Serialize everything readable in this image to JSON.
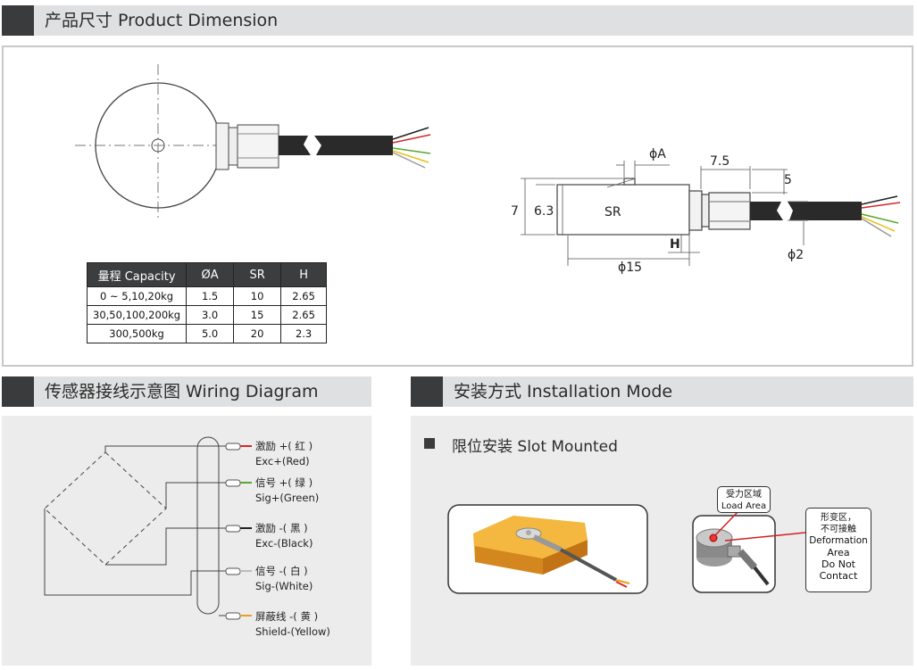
{
  "sections": {
    "dimension_title": "产品尺寸 Product Dimension",
    "wiring_title": "传感器接线示意图 Wiring Diagram",
    "installation_title": "安装方式 Installation Mode"
  },
  "dimension": {
    "labels": {
      "phi_a": "ϕA",
      "d_7_5": "7.5",
      "d_5": "5",
      "d_7": "7",
      "d_6_3": "6.3",
      "sr": "SR",
      "h": "H",
      "phi_15": "ϕ15",
      "phi_2": "ϕ2"
    }
  },
  "capacity_table": {
    "headers": [
      "量程 Capacity",
      "ØA",
      "SR",
      "H"
    ],
    "rows": [
      [
        "0 ~ 5,10,20kg",
        "1.5",
        "10",
        "2.65"
      ],
      [
        "30,50,100,200kg",
        "3.0",
        "15",
        "2.65"
      ],
      [
        "300,500kg",
        "5.0",
        "20",
        "2.3"
      ]
    ]
  },
  "wiring": {
    "wires": [
      {
        "cn": "激励 +( 红 )",
        "en": "Exc+(Red)",
        "color": "#d62828"
      },
      {
        "cn": "信号 +( 绿 )",
        "en": "Sig+(Green)",
        "color": "#5aa82e"
      },
      {
        "cn": "激励 -( 黑 )",
        "en": "Exc-(Black)",
        "color": "#222222"
      },
      {
        "cn": "信号 -( 白 )",
        "en": "Sig-(White)",
        "color": "#f4f4f4"
      },
      {
        "cn": "屏蔽线 -( 黄 )",
        "en": "Shield-(Yellow)",
        "color": "#f0c419"
      }
    ]
  },
  "installation": {
    "slot_label": "限位安装 Slot Mounted",
    "load_area_cn": "受力区域",
    "load_area_en": "Load Area",
    "deform_cn_1": "形变区，",
    "deform_cn_2": "不可接触",
    "deform_en_1": "Deformation",
    "deform_en_2": "Area",
    "deform_en_3": "Do Not",
    "deform_en_4": "Contact"
  },
  "colors": {
    "header_bg": "#dfe0e1",
    "header_mark": "#3a3b3d",
    "table_header": "#3c3d3f",
    "block_orange": "#e3a32c",
    "cable": "#2a2a2a"
  }
}
